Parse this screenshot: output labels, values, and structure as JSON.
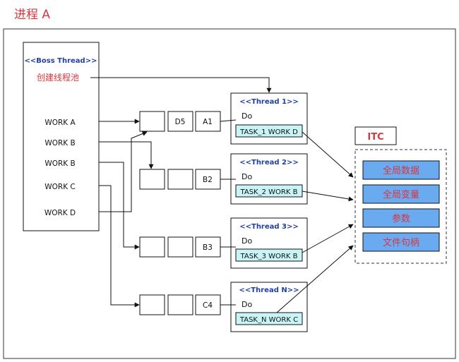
{
  "title": "进程 A",
  "boss": {
    "header": "<<Boss Thread>>",
    "create_pool": "创建线程池",
    "works": [
      "WORK A",
      "WORK B",
      "WORK B",
      "WORK C",
      "WORK D"
    ]
  },
  "queues": [
    {
      "cells": [
        "",
        "D5",
        "A1"
      ]
    },
    {
      "cells": [
        "",
        "",
        "B2"
      ]
    },
    {
      "cells": [
        "",
        "",
        "B3"
      ]
    },
    {
      "cells": [
        "",
        "",
        "C4"
      ]
    }
  ],
  "threads": [
    {
      "header": "<<Thread 1>>",
      "do": "Do",
      "task": "TASK_1 WORK D"
    },
    {
      "header": "<<Thread 2>>",
      "do": "Do",
      "task": "TASK_2 WORK B"
    },
    {
      "header": "<<Thread 3>>",
      "do": "Do",
      "task": "TASK_3 WORK B"
    },
    {
      "header": "<<Thread N>>",
      "do": "Do",
      "task": "TASK_N WORK C"
    }
  ],
  "itc": {
    "title": "ITC",
    "items": [
      "全局数据",
      "全局变量",
      "参数",
      "文件句柄"
    ]
  },
  "colors": {
    "title_red": "#d9363e",
    "header_blue": "#1f3fa6",
    "task_fill": "#c8f4f6",
    "itc_item_fill": "#6aaaf0"
  }
}
